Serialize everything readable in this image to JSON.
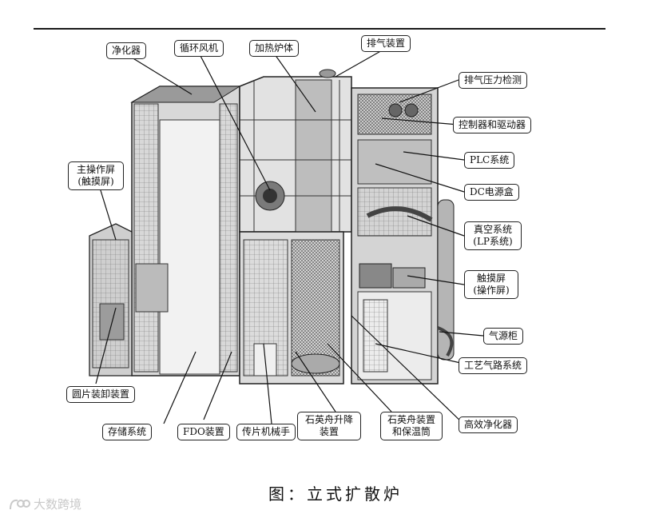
{
  "labels": {
    "purifier": "净化器",
    "circ_fan": "循环风机",
    "furnace": "加热炉体",
    "exhaust": "排气装置",
    "exhaust_pressure": "排气压力检测",
    "controller": "控制器和驱动器",
    "plc": "PLC系统",
    "dc_power": "DC电源盒",
    "vacuum_1": "真空系统",
    "vacuum_2": "(LP系统)",
    "touch2_1": "触摸屏",
    "touch2_2": "(操作屏)",
    "gas_cabinet": "气源柜",
    "process_gas": "工艺气路系统",
    "hepa": "高效净化器",
    "boat_1": "石英舟装置",
    "boat_2": "和保温筒",
    "lift_1": "石英舟升降",
    "lift_2": "装置",
    "transfer": "传片机械手",
    "fdo": "FDO装置",
    "storage": "存储系统",
    "wafer_load": "圆片装卸装置",
    "main_touch_1": "主操作屏",
    "main_touch_2": "(触摸屏)"
  },
  "caption": "图：立式扩散炉",
  "watermark": {
    "text": "大数跨境"
  }
}
